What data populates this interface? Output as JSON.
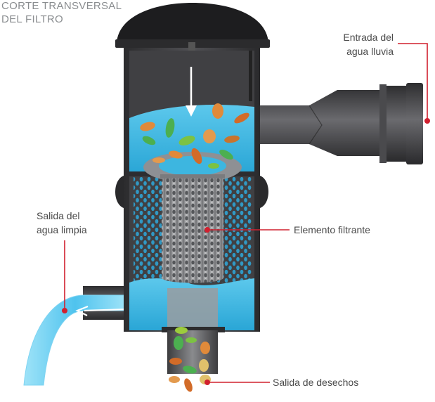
{
  "title": {
    "line1": "CORTE TRANSVERSAL",
    "line2": "DEL FILTRO"
  },
  "labels": {
    "inlet": {
      "line1": "Entrada del",
      "line2": "agua lluvia"
    },
    "outlet_clean": {
      "line1": "Salida del",
      "line2": "agua limpia"
    },
    "filter_element": "Elemento filtrante",
    "debris_outlet": "Salida de desechos"
  },
  "colors": {
    "water": "#3bb8e0",
    "water_light": "#8fdcf5",
    "body_dark": "#3a3a3c",
    "lid": "#1e1e20",
    "callout": "#d1202f",
    "leaf_green": "#4caf50",
    "leaf_orange": "#e07a2c"
  }
}
